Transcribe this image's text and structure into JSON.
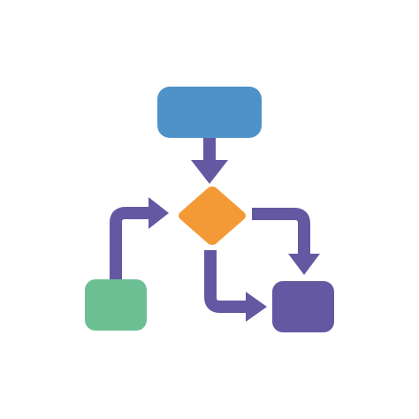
{
  "diagram": {
    "kind": "flowchart-icon",
    "nodes": [
      {
        "id": "start",
        "shape": "rounded-rectangle",
        "color": "#4f92c8",
        "text": ""
      },
      {
        "id": "decision",
        "shape": "diamond",
        "color": "#f39a36",
        "text": ""
      },
      {
        "id": "left-box",
        "shape": "rounded-rectangle",
        "color": "#6cbf93",
        "text": ""
      },
      {
        "id": "right-box",
        "shape": "rounded-rectangle",
        "color": "#6558a3",
        "text": ""
      }
    ],
    "edges": [
      {
        "from": "start",
        "to": "decision",
        "color": "#6558a3"
      },
      {
        "from": "left-box",
        "to": "decision",
        "color": "#6558a3"
      },
      {
        "from": "decision",
        "to": "right-box",
        "route": "right-then-down",
        "color": "#6558a3"
      },
      {
        "from": "decision",
        "to": "right-box",
        "route": "down-then-right",
        "color": "#6558a3"
      }
    ]
  }
}
